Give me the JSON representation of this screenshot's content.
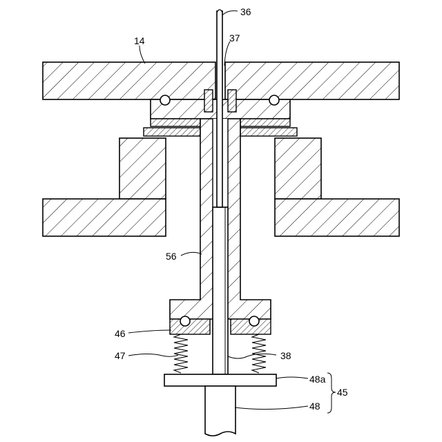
{
  "labels": {
    "n14": "14",
    "n36": "36",
    "n37": "37",
    "n56": "56",
    "n46": "46",
    "n47": "47",
    "n38": "38",
    "n48a": "48a",
    "n48": "48",
    "n45": "45"
  }
}
